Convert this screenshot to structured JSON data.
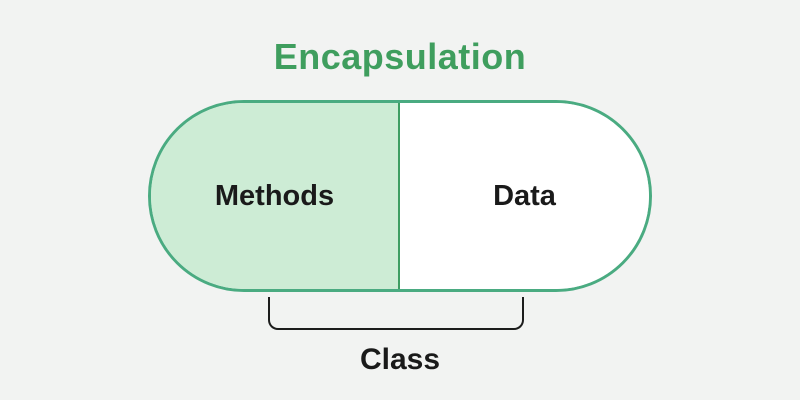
{
  "title": {
    "text": "Encapsulation"
  },
  "capsule": {
    "left": {
      "label": "Methods"
    },
    "right": {
      "label": "Data"
    }
  },
  "bracket": {
    "label": "Class"
  },
  "colors": {
    "background": "#f2f3f2",
    "title": "#3f9e5e",
    "border": "#4aab81",
    "fill_left": "#cdecd5",
    "fill_right": "#ffffff",
    "divider": "#3f9e63",
    "bracket": "#1c1c1c",
    "text": "#1a1a1a"
  }
}
